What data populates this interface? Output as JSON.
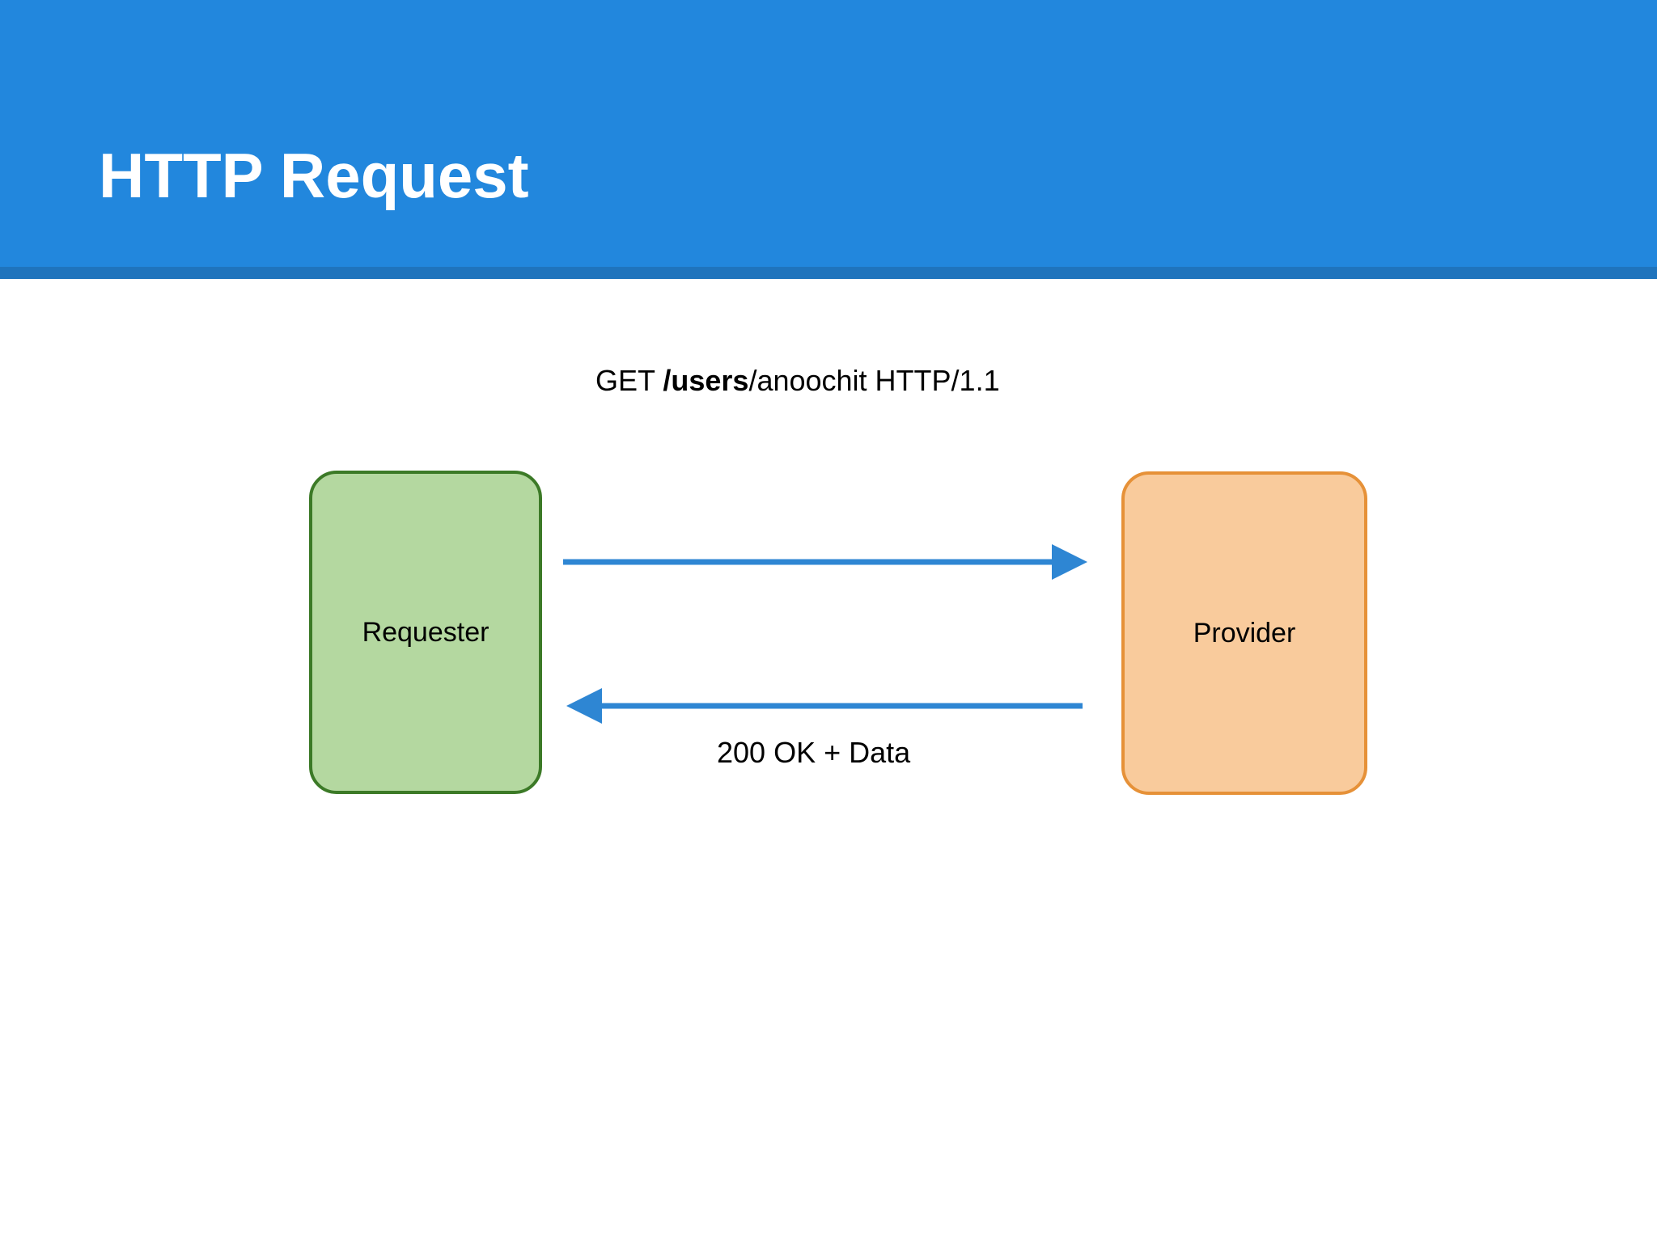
{
  "slide": {
    "title": "HTTP Request",
    "header_color": "#2287dd",
    "header_underline_color": "#1f74bd",
    "background_color": "#ffffff",
    "title_color": "#ffffff"
  },
  "diagram": {
    "type": "sequence",
    "nodes": [
      {
        "id": "requester",
        "label": "Requester",
        "fill": "#b4d8a0",
        "stroke": "#3c7a27",
        "text_color": "#000000"
      },
      {
        "id": "provider",
        "label": "Provider",
        "fill": "#f9cb9c",
        "stroke": "#e69138",
        "text_color": "#000000"
      }
    ],
    "arrows": [
      {
        "id": "request",
        "from": "requester",
        "to": "provider",
        "direction": "right",
        "color": "#2e86d3",
        "label_prefix": "GET ",
        "label_bold": "/users",
        "label_suffix": "/anoochit HTTP/1.1",
        "label_plain": "GET /users/anoochit HTTP/1.1"
      },
      {
        "id": "response",
        "from": "provider",
        "to": "requester",
        "direction": "left",
        "color": "#2e86d3",
        "label_plain": "200 OK + Data"
      }
    ]
  }
}
